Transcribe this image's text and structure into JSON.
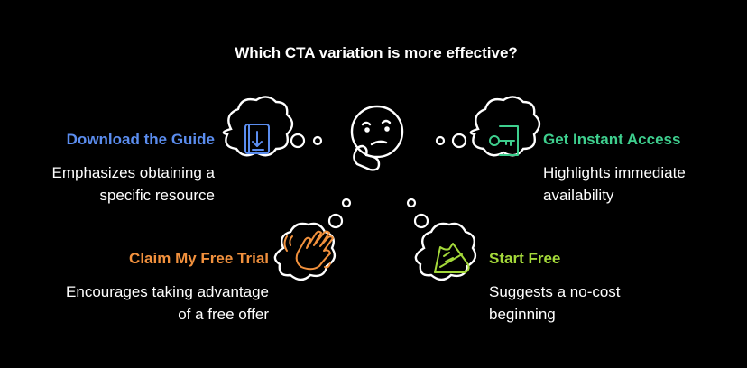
{
  "title": "Which CTA variation is more effective?",
  "colors": {
    "background": "#000000",
    "outline": "#ffffff",
    "blue": "#5b8def",
    "green": "#3ecf8e",
    "orange": "#f2913d",
    "lime": "#a4d93a"
  },
  "options": [
    {
      "heading": "Download the Guide",
      "description": "Emphasizes obtaining a specific resource",
      "icon": "document-download-icon",
      "color": "#5b8def"
    },
    {
      "heading": "Get Instant Access",
      "description": "Highlights immediate availability",
      "icon": "key-door-icon",
      "color": "#3ecf8e"
    },
    {
      "heading": "Claim My Free Trial",
      "description": "Encourages taking advantage of a free offer",
      "icon": "waving-hand-icon",
      "color": "#f2913d"
    },
    {
      "heading": "Start Free",
      "description": "Suggests a no-cost beginning",
      "icon": "running-shoe-icon",
      "color": "#a4d93a"
    }
  ]
}
